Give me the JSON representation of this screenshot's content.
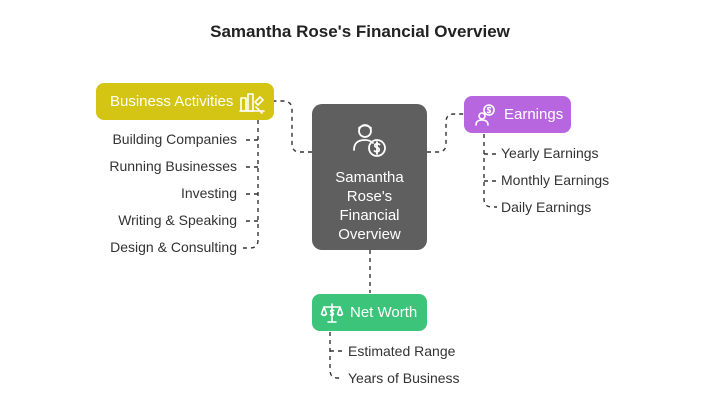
{
  "title": "Samantha Rose's Financial Overview",
  "center": {
    "lines": [
      "Samantha",
      "Rose's",
      "Financial",
      "Overview"
    ],
    "icon": "person-dollar-icon",
    "color": "#5f5f5f"
  },
  "business": {
    "label": "Business Activities",
    "icon": "business-chart-icon",
    "color": "#d4c414",
    "items": [
      "Building Companies",
      "Running Businesses",
      "Investing",
      "Writing & Speaking",
      "Design & Consulting"
    ]
  },
  "earnings": {
    "label": "Earnings",
    "icon": "person-coin-icon",
    "color": "#b866e0",
    "items": [
      "Yearly Earnings",
      "Monthly Earnings",
      "Daily Earnings"
    ]
  },
  "networth": {
    "label": "Net Worth",
    "icon": "scale-dollar-icon",
    "color": "#3cc47a",
    "items": [
      "Estimated Range",
      "Years of Business"
    ]
  }
}
